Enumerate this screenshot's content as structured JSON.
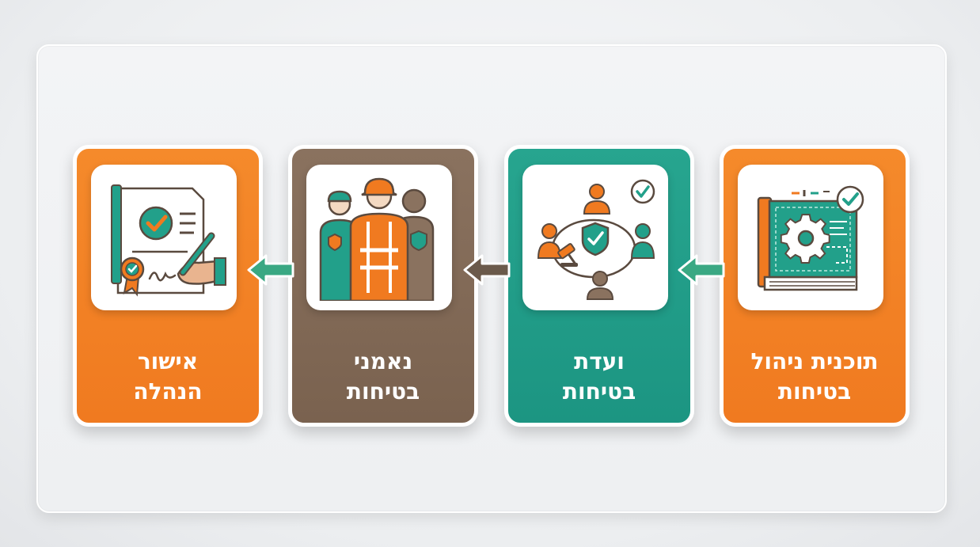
{
  "colors": {
    "orange": "#f58a2b",
    "brown": "#7e6653",
    "teal": "#22a08a",
    "arrow_green": "#3aa883",
    "arrow_brown": "#6b5a4b"
  },
  "flow_direction": "right-to-left",
  "steps": [
    {
      "icon": "safety-plan-gear-icon",
      "line1": "תוכנית ניהול",
      "line2": "בטיחות"
    },
    {
      "icon": "safety-committee-meeting-icon",
      "line1": "ועדת",
      "line2": "בטיחות"
    },
    {
      "icon": "safety-workers-icon",
      "line1": "נאמני",
      "line2": "בטיחות"
    },
    {
      "icon": "management-approval-document-icon",
      "line1": "אישור",
      "line2": "הנהלה"
    }
  ]
}
